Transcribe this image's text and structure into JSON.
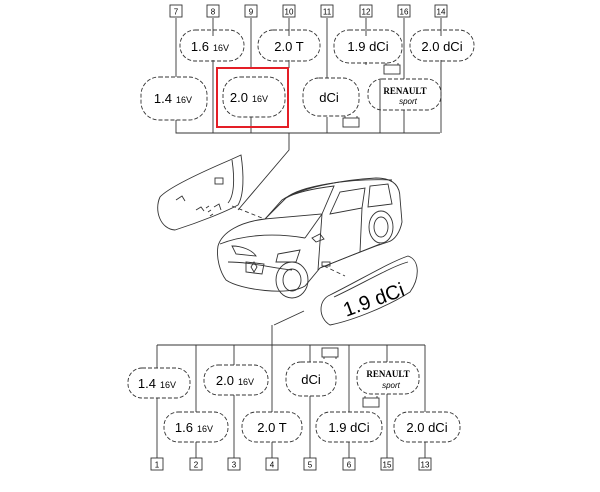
{
  "top_row": {
    "callouts": [
      {
        "num": "7",
        "main": "1.4",
        "sub": "16V"
      },
      {
        "num": "8",
        "main": "1.6",
        "sub": "16V"
      },
      {
        "num": "9",
        "main": "2.0",
        "sub": "16V"
      },
      {
        "num": "10",
        "main": "2.0 T",
        "sub": ""
      },
      {
        "num": "11",
        "main": "dCi",
        "sub": ""
      },
      {
        "num": "12",
        "main": "1.9 dCi",
        "sub": ""
      },
      {
        "num": "16",
        "main": "RENAULT",
        "sub": "sport"
      },
      {
        "num": "14",
        "main": "2.0 dCi",
        "sub": ""
      }
    ]
  },
  "bottom_row": {
    "callouts": [
      {
        "num": "1",
        "main": "1.4",
        "sub": "16V"
      },
      {
        "num": "2",
        "main": "1.6",
        "sub": "16V"
      },
      {
        "num": "3",
        "main": "2.0",
        "sub": "16V"
      },
      {
        "num": "4",
        "main": "2.0 T",
        "sub": ""
      },
      {
        "num": "5",
        "main": "dCi",
        "sub": ""
      },
      {
        "num": "6",
        "main": "1.9 dCi",
        "sub": ""
      },
      {
        "num": "15",
        "main": "RENAULT",
        "sub": "sport"
      },
      {
        "num": "13",
        "main": "2.0 dCi",
        "sub": ""
      }
    ]
  },
  "badge_detail": {
    "text": "1.9 dCi"
  },
  "colors": {
    "highlight": "#e41e26",
    "line": "#333333"
  }
}
